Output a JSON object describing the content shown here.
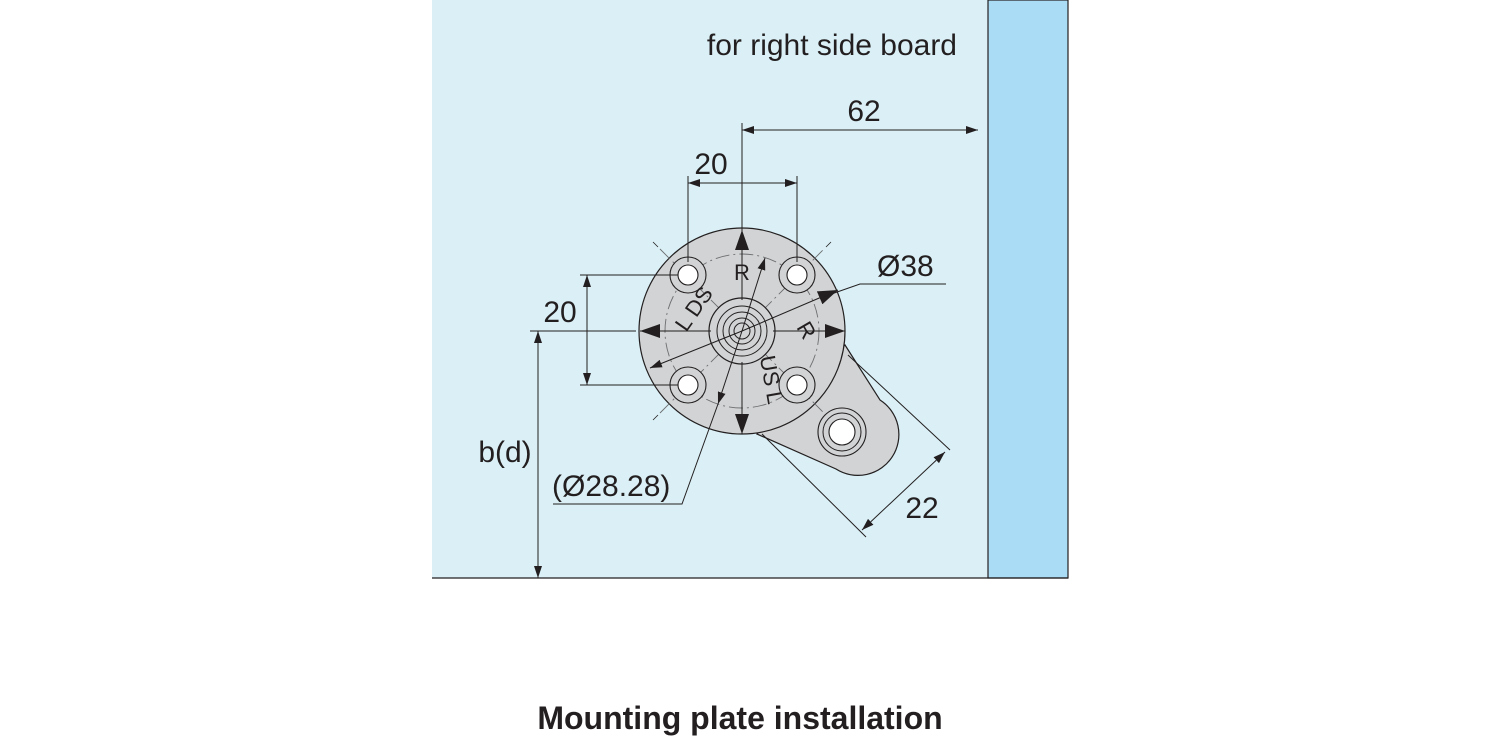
{
  "labels": {
    "board_side": "for right side board",
    "dim_62": "62",
    "dim_20_horizontal": "20",
    "dim_20_vertical": "20",
    "dim_dia38": "Ø38",
    "dim_dia28": "(Ø28.28)",
    "dim_bd": "b(d)",
    "dim_22": "22",
    "mark_r_top": "R",
    "mark_l_ds": "L DS",
    "mark_r_right": "R",
    "mark_us_l": "US L"
  },
  "caption": "Mounting plate installation",
  "colors": {
    "board_face": "#daf0f6",
    "board_edge": "#aadcf5",
    "plate": "#d1d3d4",
    "line": "#231f20"
  }
}
